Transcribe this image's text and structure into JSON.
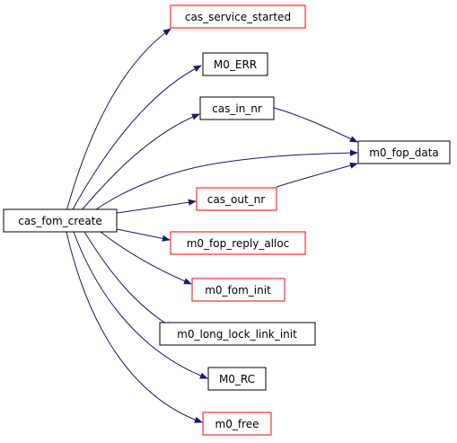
{
  "colors": {
    "edge": "#191970",
    "root_fill": "#bfbfbf",
    "border_black": "#000000",
    "border_red": "#ff0000"
  },
  "nodes": {
    "root": {
      "label": "cas_fom_create",
      "style": "root"
    },
    "service_started": {
      "label": "cas_service_started",
      "style": "red"
    },
    "err": {
      "label": "M0_ERR",
      "style": "black"
    },
    "in_nr": {
      "label": "cas_in_nr",
      "style": "black"
    },
    "fop_data": {
      "label": "m0_fop_data",
      "style": "black"
    },
    "out_nr": {
      "label": "cas_out_nr",
      "style": "red"
    },
    "reply_alloc": {
      "label": "m0_fop_reply_alloc",
      "style": "red"
    },
    "fom_init": {
      "label": "m0_fom_init",
      "style": "red"
    },
    "lock_link": {
      "label": "m0_long_lock_link_init",
      "style": "black"
    },
    "rc": {
      "label": "M0_RC",
      "style": "black"
    },
    "free": {
      "label": "m0_free",
      "style": "red"
    }
  },
  "edges": [
    {
      "from": "root",
      "to": "service_started"
    },
    {
      "from": "root",
      "to": "err"
    },
    {
      "from": "root",
      "to": "in_nr"
    },
    {
      "from": "root",
      "to": "fop_data"
    },
    {
      "from": "root",
      "to": "out_nr"
    },
    {
      "from": "root",
      "to": "reply_alloc"
    },
    {
      "from": "root",
      "to": "fom_init"
    },
    {
      "from": "root",
      "to": "lock_link"
    },
    {
      "from": "root",
      "to": "rc"
    },
    {
      "from": "root",
      "to": "free"
    },
    {
      "from": "in_nr",
      "to": "fop_data"
    },
    {
      "from": "out_nr",
      "to": "fop_data"
    }
  ]
}
